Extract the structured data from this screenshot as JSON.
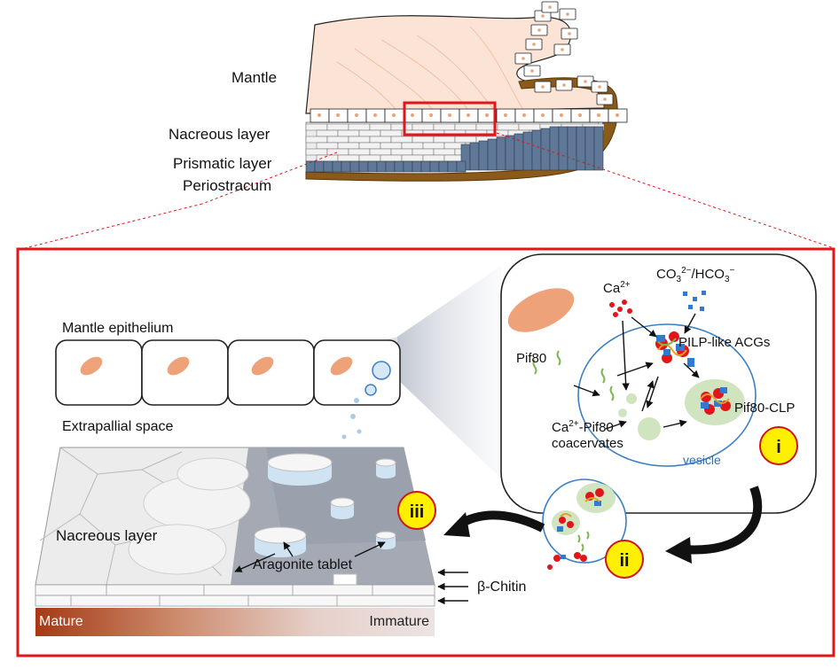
{
  "labels": {
    "mantle": "Mantle",
    "nacreous_layer_top": "Nacreous layer",
    "prismatic_layer": "Prismatic layer",
    "periostracum": "Periostracum",
    "mantle_epithelium": "Mantle epithelium",
    "extrapallial_space": "Extrapallial space",
    "nacreous_layer_detail": "Nacreous layer",
    "aragonite_tablet": "Aragonite tablet",
    "beta_chitin": "β-Chitin",
    "mature": "Mature",
    "immature": "Immature",
    "ca": "Ca",
    "ca_sup": "2+",
    "co3_a": "CO",
    "co3_sub": "3",
    "co3_sup": "2−",
    "co3_b": "/HCO",
    "hco3_sub": "3",
    "hco3_sup": "−",
    "pif80": "Pif80",
    "pilp": "PILP-like ACGs",
    "pif80_clp": "Pif80-CLP",
    "coacervate_a": "Ca",
    "coacervate_sup": "2+",
    "coacervate_b": "-Pif80",
    "coacervates": "coacervates",
    "vesicle": "vesicle"
  },
  "badges": {
    "i": "i",
    "ii": "ii",
    "iii": "iii"
  },
  "colors": {
    "frame_red": "#e0161b",
    "mantle_fill": "#fbe4d6",
    "nucleus": "#eea27a",
    "periostracum": "#7a4a12",
    "prism_blue": "#5f7897",
    "vesicle_blue": "#3a7fc0",
    "coacervate_green": "#cfe4bf",
    "badge_yellow": "#ffef00"
  }
}
